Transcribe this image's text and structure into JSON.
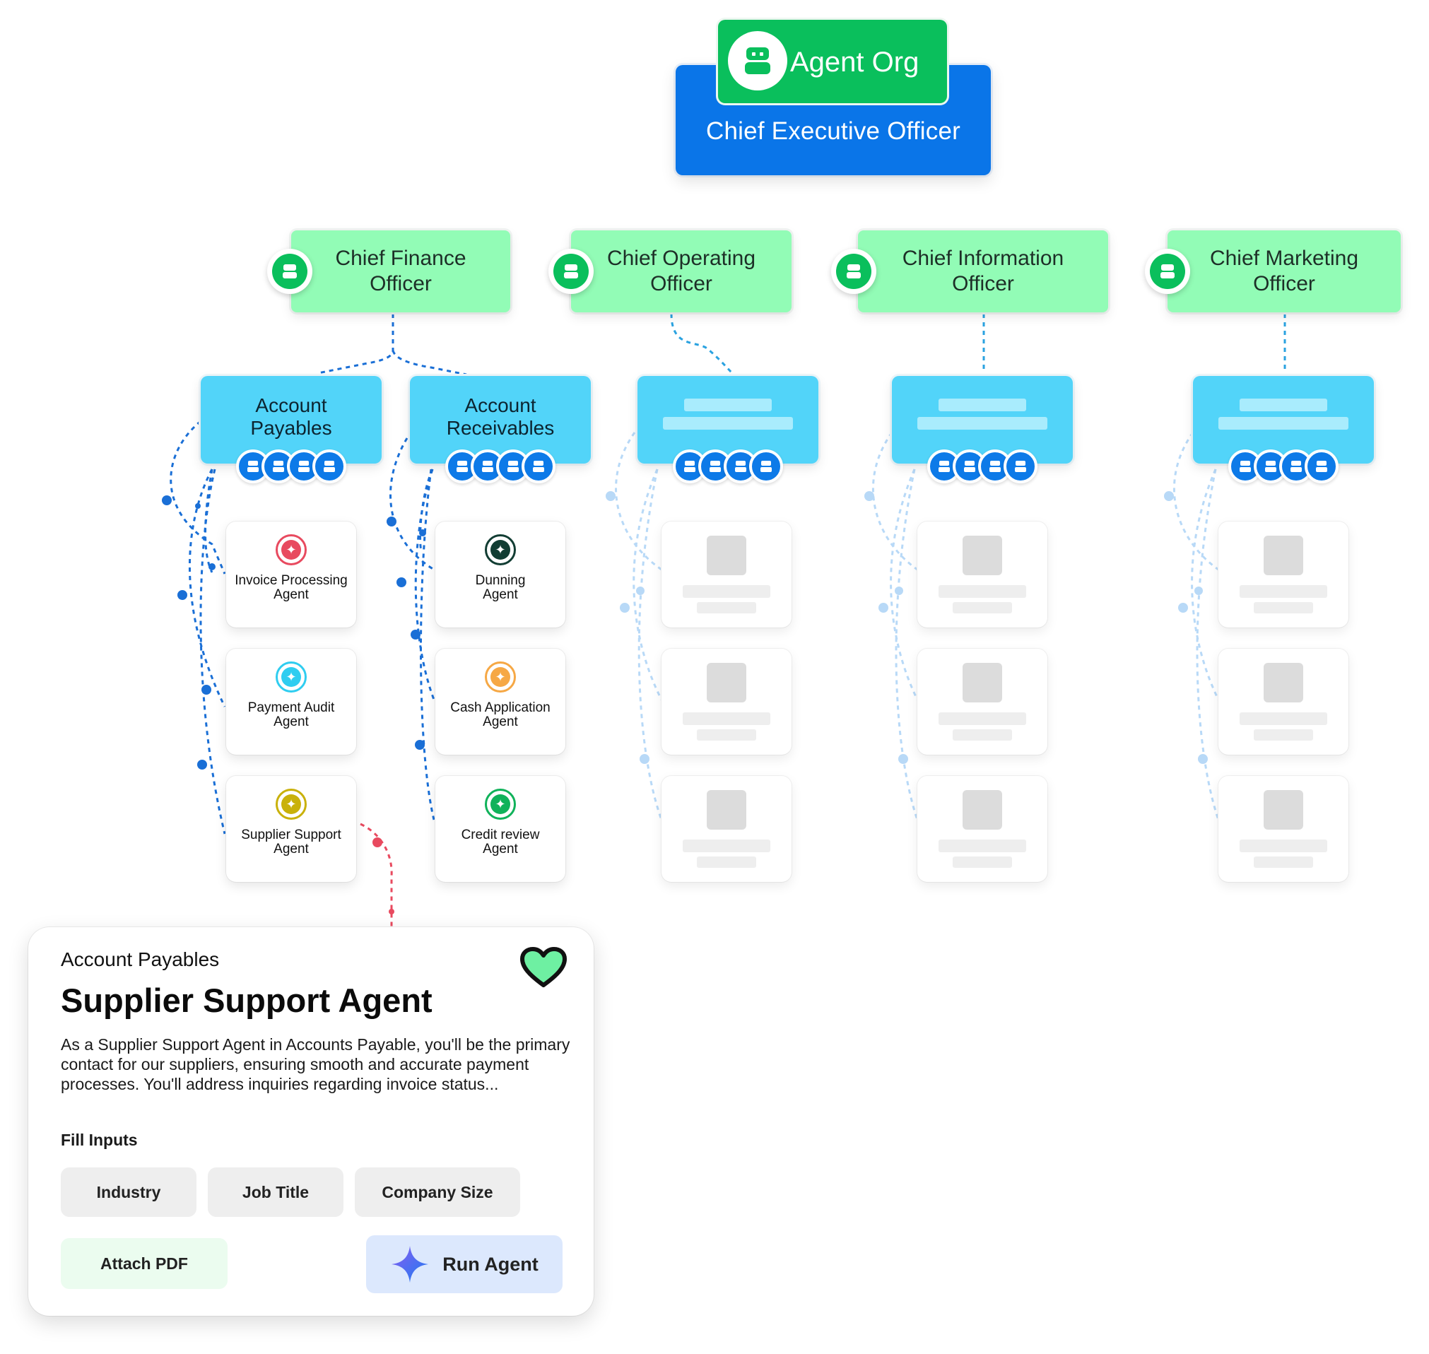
{
  "org": {
    "badge_title": "Agent Org",
    "ceo_title": "Chief Executive Officer"
  },
  "executives": [
    {
      "title": "Chief Finance Officer"
    },
    {
      "title": "Chief Operating Officer"
    },
    {
      "title": "Chief Information Officer"
    },
    {
      "title": "Chief Marketing Officer"
    }
  ],
  "departments": [
    {
      "title": "Account Payables"
    },
    {
      "title": "Account Receivables"
    }
  ],
  "agents": {
    "payables": [
      {
        "name": "Invoice Processing Agent",
        "color": "#e84a5f"
      },
      {
        "name": "Payment Audit Agent",
        "color": "#2fcdf0"
      },
      {
        "name": "Supplier Support Agent",
        "color": "#c9b10a"
      }
    ],
    "receivables": [
      {
        "name": "Dunning Agent",
        "color": "#123d33"
      },
      {
        "name": "Cash Application Agent",
        "color": "#f6a845"
      },
      {
        "name": "Credit review Agent",
        "color": "#10b25a"
      }
    ]
  },
  "detail": {
    "department": "Account Payables",
    "title": "Supplier Support Agent",
    "description": "As a Supplier Support Agent in Accounts Payable, you'll be the primary contact for our suppliers, ensuring smooth and accurate payment processes. You'll address inquiries regarding invoice status...",
    "fill_inputs_label": "Fill Inputs",
    "inputs": [
      "Industry",
      "Job Title",
      "Company Size"
    ],
    "attach_label": "Attach PDF",
    "run_label": "Run Agent",
    "favorite_icon": "heart-icon"
  },
  "colors": {
    "ceo": "#0a75e8",
    "org_badge": "#0abf5c",
    "executive": "#92fcb6",
    "department": "#52d4f9",
    "connector": "#0d7ae8",
    "connector_faded": "#b8d9f7",
    "selection_connector": "#e84a5f"
  }
}
